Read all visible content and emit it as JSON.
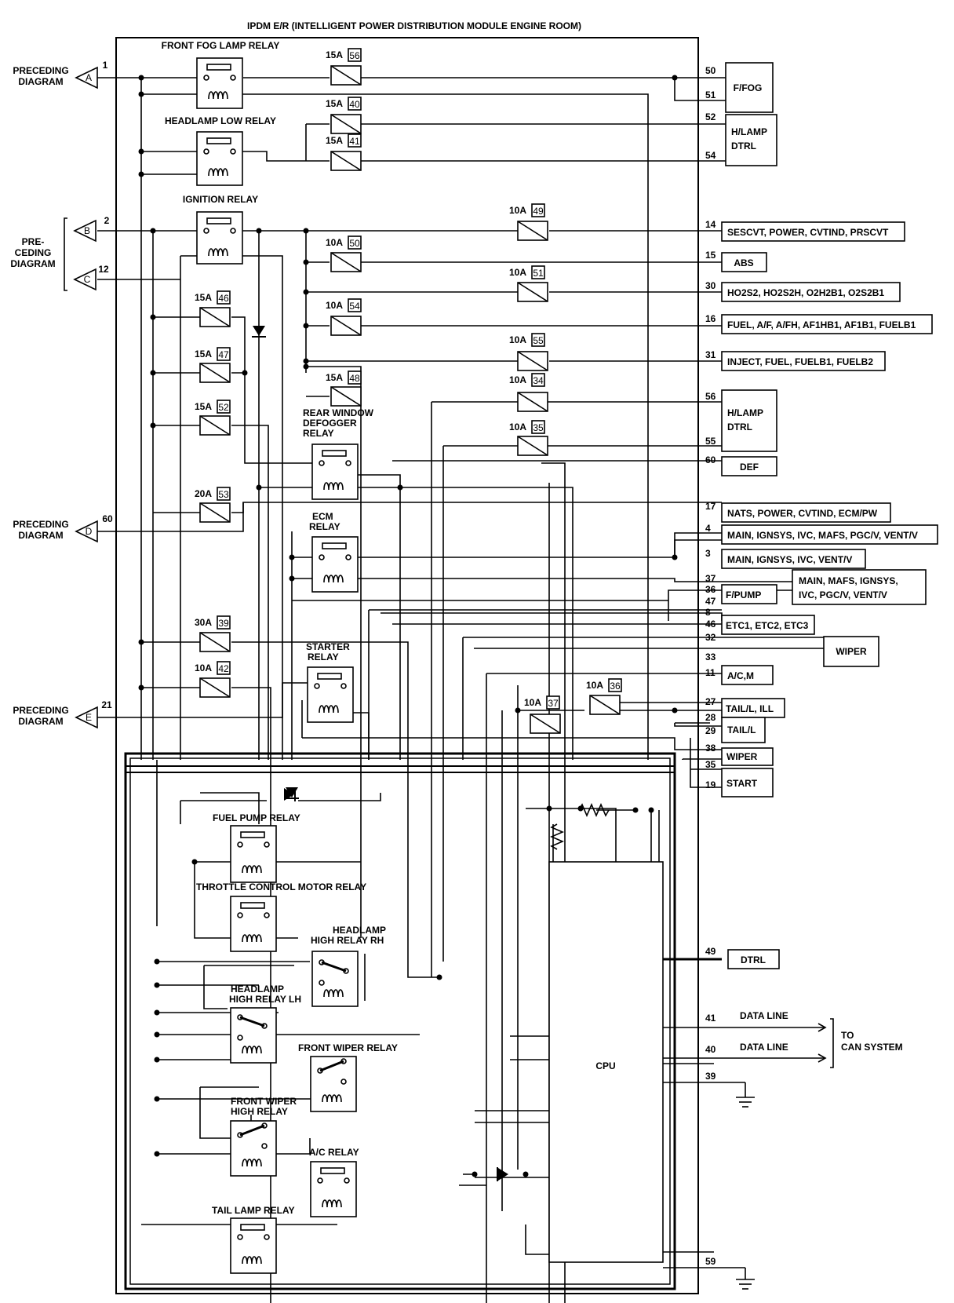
{
  "title": "IPDM E/R (INTELLIGENT POWER DISTRIBUTION MODULE ENGINE ROOM)",
  "connectors": [
    {
      "id": "A",
      "pin": "1",
      "label": [
        "PRECEDING",
        "DIAGRAM"
      ]
    },
    {
      "id": "B",
      "pin": "2",
      "label": [
        "PRE-",
        "CEDING",
        "DIAGRAM"
      ]
    },
    {
      "id": "C",
      "pin": "12",
      "label": []
    },
    {
      "id": "D",
      "pin": "60",
      "label": [
        "PRECEDING",
        "DIAGRAM"
      ]
    },
    {
      "id": "E",
      "pin": "21",
      "label": [
        "PRECEDING",
        "DIAGRAM"
      ]
    }
  ],
  "relays": [
    {
      "label": [
        "FRONT FOG LAMP RELAY"
      ]
    },
    {
      "label": [
        "HEADLAMP LOW RELAY"
      ]
    },
    {
      "label": [
        "IGNITION RELAY"
      ]
    },
    {
      "label": [
        "REAR WINDOW",
        "DEFOGGER",
        "RELAY"
      ]
    },
    {
      "label": [
        "ECM",
        "RELAY"
      ]
    },
    {
      "label": [
        "STARTER",
        "RELAY"
      ]
    },
    {
      "label": [
        "FUEL PUMP RELAY"
      ]
    },
    {
      "label": [
        "THROTTLE CONTROL MOTOR RELAY"
      ]
    },
    {
      "label": [
        "HEADLAMP",
        "HIGH RELAY RH"
      ]
    },
    {
      "label": [
        "HEADLAMP",
        "HIGH RELAY LH"
      ]
    },
    {
      "label": [
        "FRONT WIPER RELAY"
      ]
    },
    {
      "label": [
        "FRONT WIPER",
        "HIGH RELAY"
      ]
    },
    {
      "label": [
        "A/C RELAY"
      ]
    },
    {
      "label": [
        "TAIL LAMP RELAY"
      ]
    }
  ],
  "fuses": [
    {
      "amp": "15A",
      "num": "56"
    },
    {
      "amp": "15A",
      "num": "40"
    },
    {
      "amp": "15A",
      "num": "41"
    },
    {
      "amp": "10A",
      "num": "49"
    },
    {
      "amp": "10A",
      "num": "50"
    },
    {
      "amp": "10A",
      "num": "51"
    },
    {
      "amp": "10A",
      "num": "54"
    },
    {
      "amp": "10A",
      "num": "55"
    },
    {
      "amp": "15A",
      "num": "48"
    },
    {
      "amp": "10A",
      "num": "34"
    },
    {
      "amp": "10A",
      "num": "35"
    },
    {
      "amp": "15A",
      "num": "46"
    },
    {
      "amp": "15A",
      "num": "47"
    },
    {
      "amp": "15A",
      "num": "52"
    },
    {
      "amp": "20A",
      "num": "53"
    },
    {
      "amp": "30A",
      "num": "39"
    },
    {
      "amp": "10A",
      "num": "42"
    },
    {
      "amp": "10A",
      "num": "36"
    },
    {
      "amp": "10A",
      "num": "37"
    }
  ],
  "outputs": [
    {
      "pins": [
        "50",
        "51"
      ],
      "label": [
        "F/FOG"
      ]
    },
    {
      "pins": [
        "52",
        "54"
      ],
      "label": [
        "H/LAMP",
        "DTRL"
      ]
    },
    {
      "pins": [
        "14"
      ],
      "label": [
        "SESCVT, POWER, CVTIND, PRSCVT"
      ]
    },
    {
      "pins": [
        "15"
      ],
      "label": [
        "ABS"
      ]
    },
    {
      "pins": [
        "30"
      ],
      "label": [
        "HO2S2, HO2S2H, O2H2B1, O2S2B1"
      ]
    },
    {
      "pins": [
        "16"
      ],
      "label": [
        "FUEL, A/F, A/FH, AF1HB1, AF1B1, FUELB1"
      ]
    },
    {
      "pins": [
        "31"
      ],
      "label": [
        "INJECT, FUEL, FUELB1, FUELB2"
      ]
    },
    {
      "pins": [
        "56",
        "55"
      ],
      "label": [
        "H/LAMP",
        "DTRL"
      ]
    },
    {
      "pins": [
        "60"
      ],
      "label": [
        "DEF"
      ]
    },
    {
      "pins": [
        "17"
      ],
      "label": [
        "NATS, POWER, CVTIND, ECM/PW"
      ]
    },
    {
      "pins": [
        "4"
      ],
      "label": [
        "MAIN, IGNSYS, IVC, MAFS, PGC/V, VENT/V"
      ]
    },
    {
      "pins": [
        "3"
      ],
      "label": [
        "MAIN, IGNSYS, IVC, VENT/V"
      ]
    },
    {
      "pins": [
        "37",
        "36"
      ],
      "label": [
        "MAIN, MAFS, IGNSYS,",
        "IVC, PGC/V, VENT/V"
      ]
    },
    {
      "pins": [
        "47"
      ],
      "label": [
        "F/PUMP"
      ]
    },
    {
      "pins": [
        "8",
        "46"
      ],
      "label": [
        "ETC1, ETC2, ETC3"
      ]
    },
    {
      "pins": [
        "32",
        "33"
      ],
      "label": [
        "WIPER"
      ]
    },
    {
      "pins": [
        "11"
      ],
      "label": [
        "A/C,M"
      ]
    },
    {
      "pins": [
        "27"
      ],
      "label": [
        "TAIL/L, ILL"
      ]
    },
    {
      "pins": [
        "28",
        "29"
      ],
      "label": [
        "TAIL/L"
      ]
    },
    {
      "pins": [
        "38"
      ],
      "label": [
        "WIPER"
      ]
    },
    {
      "pins": [
        "35",
        "19"
      ],
      "label": [
        "START"
      ]
    },
    {
      "pins": [
        "49"
      ],
      "label": [
        "DTRL"
      ]
    }
  ],
  "cpu": {
    "label": "CPU"
  },
  "data_lines": [
    {
      "pin": "41",
      "label": "DATA LINE"
    },
    {
      "pin": "40",
      "label": "DATA LINE"
    }
  ],
  "can_label": [
    "TO",
    "CAN SYSTEM"
  ],
  "ground_pins": [
    "39",
    "59"
  ]
}
